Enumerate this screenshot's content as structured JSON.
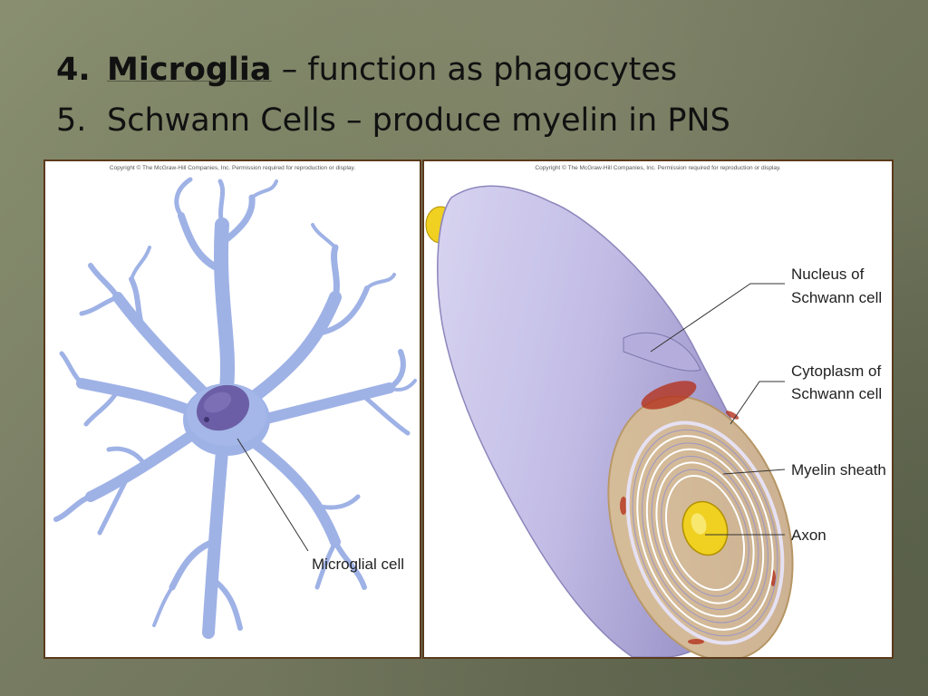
{
  "slide": {
    "items": [
      {
        "number": "4.",
        "term": "Microglia",
        "description": "– function as phagocytes"
      },
      {
        "number": "5.",
        "term": "Schwann Cells",
        "description": "– produce myelin in PNS"
      }
    ]
  },
  "figures": {
    "left": {
      "copyright": "Copyright © The McGraw-Hill Companies, Inc. Permission required for reproduction or display.",
      "label": "Microglial cell"
    },
    "right": {
      "copyright": "Copyright © The McGraw-Hill Companies, Inc. Permission required for reproduction or display.",
      "labels": {
        "nucleus_line1": "Nucleus of",
        "nucleus_line2": "Schwann cell",
        "cytoplasm_line1": "Cytoplasm of",
        "cytoplasm_line2": "Schwann cell",
        "myelin": "Myelin sheath",
        "axon": "Axon"
      }
    }
  },
  "colors": {
    "cell_fill": "#9fb2e6",
    "nucleus": "#6c5ea6",
    "sheath": "#c9c4e6",
    "axon": "#f0d020",
    "frame": "#5b3a1c"
  }
}
